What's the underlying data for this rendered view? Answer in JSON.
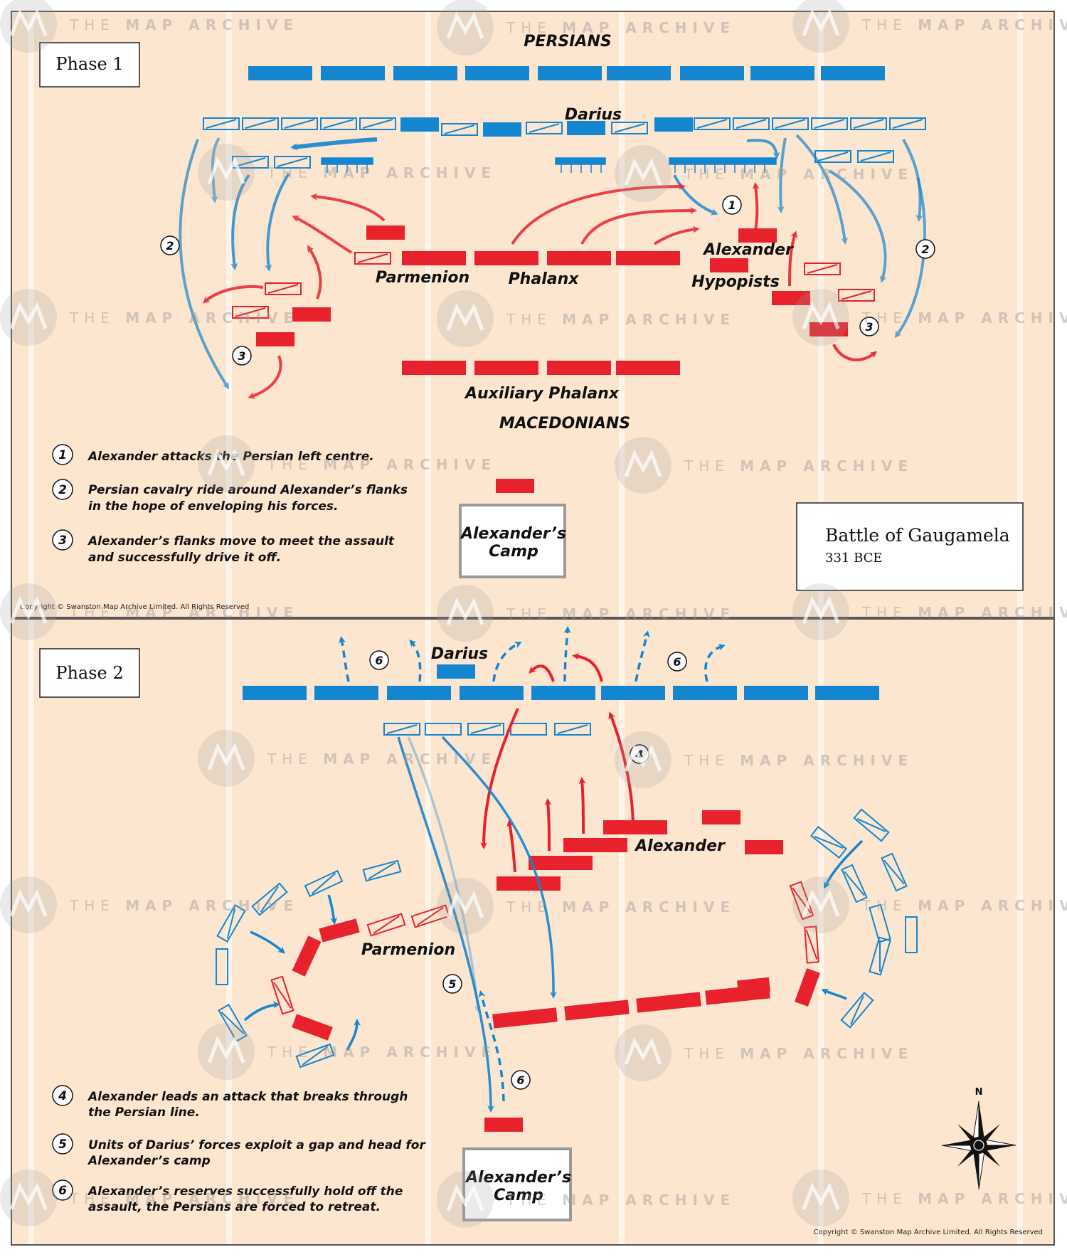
{
  "colors": {
    "paper": "#fde6d0",
    "persian_blue": "#1386cf",
    "macedonian_red": "#e8222c",
    "frame": "#222222",
    "stripe": "#f0f0f0"
  },
  "watermark": {
    "prefix": "THE ",
    "strong": "MAP ARCHIVE"
  },
  "phase1": {
    "phase_label": "Phase 1",
    "persians_label": "PERSIANS",
    "darius_label": "Darius",
    "parmenion_label": "Parmenion",
    "phalanx_label": "Phalanx",
    "alexander_label": "Alexander",
    "hypopists_label": "Hypopists",
    "aux_phalanx_label": "Auxiliary Phalanx",
    "macedonians_label": "MACEDONIANS",
    "marker_labels": [
      "1",
      "2",
      "2",
      "3",
      "3"
    ],
    "legend": [
      {
        "num": "1",
        "line1": "Alexander attacks the Persian left centre.",
        "line2": ""
      },
      {
        "num": "2",
        "line1": "Persian cavalry ride around Alexander’s flanks",
        "line2": "in the hope of enveloping his forces."
      },
      {
        "num": "3",
        "line1": "Alexander’s flanks move to meet the assault",
        "line2": "and successfully drive it off."
      }
    ],
    "camp_line1": "Alexander’s",
    "camp_line2": "Camp",
    "title": "Battle of Gaugamela",
    "date": "331  BCE",
    "copyright": "Copyright © Swanston Map Archive Limited. All Rights Reserved"
  },
  "phase2": {
    "phase_label": "Phase 2",
    "darius_label": "Darius",
    "parmenion_label": "Parmenion",
    "alexander_label": "Alexander",
    "marker_labels": [
      "6",
      "6",
      "4",
      "5",
      "6"
    ],
    "legend": [
      {
        "num": "4",
        "line1": "Alexander leads an attack that breaks through",
        "line2": "the Persian line."
      },
      {
        "num": "5",
        "line1": "Units of Darius’ forces exploit a gap and head for",
        "line2": "Alexander’s camp"
      },
      {
        "num": "6",
        "line1": "Alexander’s reserves successfully hold off the",
        "line2": "assault, the Persians are forced to retreat."
      }
    ],
    "camp_line1": "Alexander’s",
    "camp_line2": "Camp",
    "compass_label": "N",
    "copyright": "Copyright © Swanston Map Archive Limited. All Rights Reserved"
  }
}
